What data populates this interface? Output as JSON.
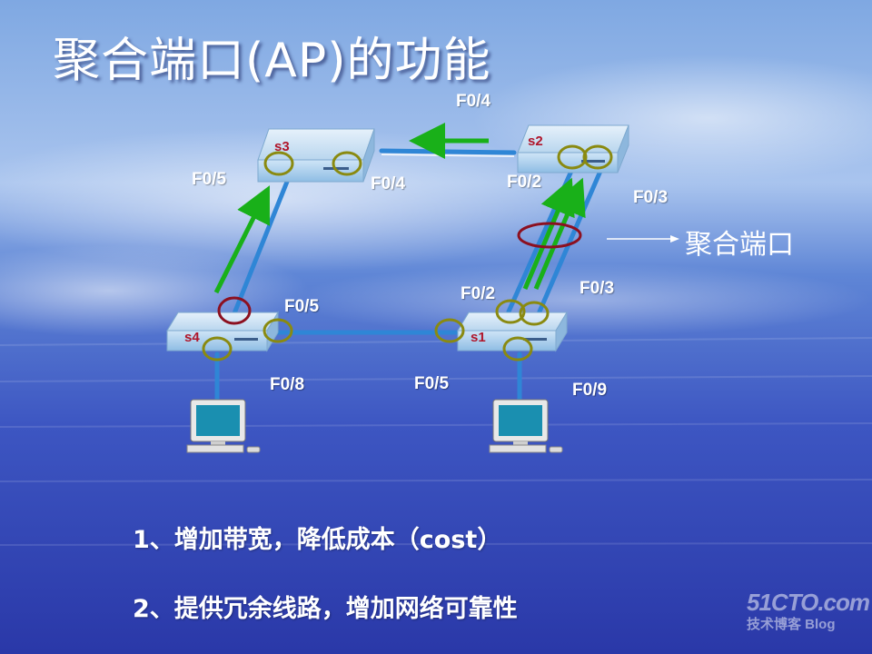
{
  "slide": {
    "title": "聚合端口(AP)的功能",
    "aggregate_label": "聚合端口",
    "points": [
      "1、增加带宽，降低成本（cost）",
      "2、提供冗余线路，增加网络可靠性"
    ]
  },
  "switches": {
    "s1": "s1",
    "s2": "s2",
    "s3": "s3",
    "s4": "s4"
  },
  "ports": {
    "s2_f04": "F0/4",
    "s3_f04": "F0/4",
    "s3_f05": "F0/5",
    "s2_f02": "F0/2",
    "s2_f03": "F0/3",
    "s1_f02": "F0/2",
    "s1_f03": "F0/3",
    "s4_f05": "F0/5",
    "s4_f08": "F0/8",
    "s1_f05": "F0/5",
    "s1_f09": "F0/9"
  },
  "watermark": {
    "site": "51CTO.com",
    "sub": "技术博客 Blog"
  },
  "colors": {
    "background": "#3a4fc0",
    "link": "#2f86d6",
    "arrow": "#19b019",
    "port_circle": "#8a8a10",
    "aggregate_circle": "#8c1020",
    "switch_label": "#b0152a"
  },
  "icons": [
    "switch-icon",
    "computer-icon",
    "arrow-icon"
  ]
}
